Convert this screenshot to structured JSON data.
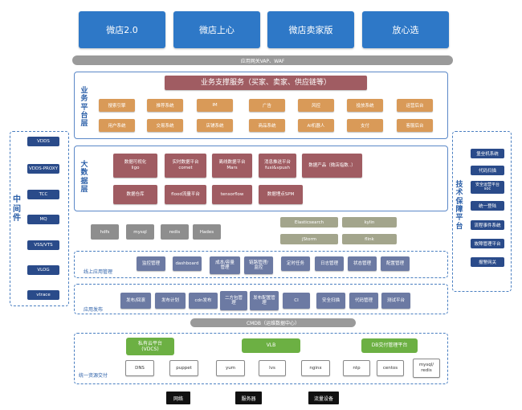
{
  "top_apps": [
    "微店2.0",
    "微店上心",
    "微店卖家版",
    "放心选"
  ],
  "gateway_bar": "应用网关VAP、WAF",
  "business": {
    "label": "业务平台层",
    "header": "业务支撑服务（买家、卖家、供应链等）",
    "row1": [
      "搜索引擎",
      "推荐系统",
      "IM",
      "广告",
      "风控",
      "投放系统",
      "运营后台"
    ],
    "row2": [
      "用户系统",
      "交易系统",
      "店铺系统",
      "商品系统",
      "AI机器人",
      "支付",
      "客服后台"
    ]
  },
  "bigdata": {
    "label": "大数据层",
    "items": [
      "数据可视化\nligo",
      "实时数据平台\ncomet",
      "离线数据平台\nMars",
      "消息推送平台\nfuxi&vpush",
      "数据产品（微店指数..）",
      "数据仓库",
      "flood流量平台",
      "tensorflow",
      "数据埋点SPM"
    ]
  },
  "middleware": {
    "label": "中间件",
    "items": [
      "VDDS",
      "VDDS-PROXY",
      "TCC",
      "MQ",
      "VSS/VTS",
      "VLOG",
      "vtrace"
    ]
  },
  "tech": {
    "label": "技术保障平台",
    "items": [
      "堡垒机系统",
      "代码扫描",
      "安全运营平台\nsoc",
      "统一登陆",
      "流程事件系统",
      "故障管理平台",
      "报警网关"
    ]
  },
  "storage": {
    "items": [
      "hdfs",
      "mysql",
      "redis",
      "Hades"
    ],
    "right": [
      "Elasticsearch",
      "kylin",
      "jStorm",
      "flink"
    ]
  },
  "online_mgmt": {
    "label": "线上应用管理",
    "items": [
      "监控管理",
      "dashboard",
      "成本/容量\n管理",
      "链路管理/\n监控",
      "定时任务",
      "日志管理",
      "状态管理",
      "配置管理"
    ]
  },
  "release": {
    "label": "应用发布",
    "items": [
      "发布/回滚",
      "发布计划",
      "cdn发布",
      "二方包管\n理",
      "发布配置管\n理",
      "CI",
      "安全扫描",
      "代码管理",
      "测试平台"
    ]
  },
  "cmdb_bar": "CMDB（运维数据中心）",
  "delivery": {
    "label": "统一资源交付",
    "groups": [
      "私有云平台\n(VDCS)",
      "VLB",
      "DB交付管理平台"
    ],
    "items": [
      "DNS",
      "puppet",
      "yum",
      "lvs",
      "nginx",
      "ntp",
      "centos",
      "mysql/\nredis"
    ]
  },
  "infra": [
    "网络",
    "服务器",
    "流量设备"
  ]
}
